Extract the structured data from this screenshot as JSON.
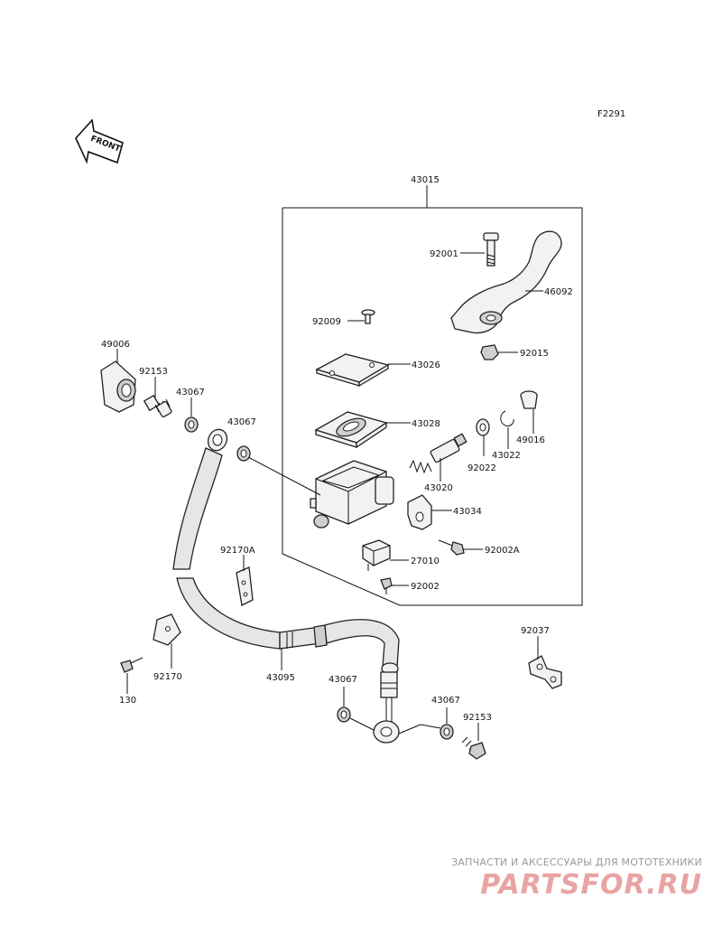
{
  "diagram_code": "F2291",
  "front_arrow_text": "FRONT",
  "labels": {
    "assembly": "43015",
    "bolt_92001": "92001",
    "lever": "46092",
    "screw_92009": "92009",
    "nut_92015": "92015",
    "cap": "43026",
    "diaphragm": "43028",
    "boot": "49016",
    "circlip_43022": "43022",
    "washer_92022": "92022",
    "piston_kit": "43020",
    "holder": "43034",
    "bolt_92002A": "92002A",
    "switch": "27010",
    "screw_92002": "92002",
    "cover": "49006",
    "bolt_92153_top": "92153",
    "gasket_43067_a": "43067",
    "gasket_43067_b": "43067",
    "clamp_92170A": "92170A",
    "clamp_92170": "92170",
    "bolt_130": "130",
    "hose": "43095",
    "gasket_43067_c": "43067",
    "gasket_43067_d": "43067",
    "bolt_92153_bottom": "92153",
    "clamp_92037": "92037"
  },
  "watermark": {
    "caption": "ЗАПЧАСТИ И АКСЕССУАРЫ ДЛЯ МОТОТЕХНИКИ",
    "logo": "PARTSFOR.RU"
  },
  "colors": {
    "line": "#111111",
    "watermark_logo": "#e9a3a3",
    "watermark_caption": "#9a9a9a"
  }
}
